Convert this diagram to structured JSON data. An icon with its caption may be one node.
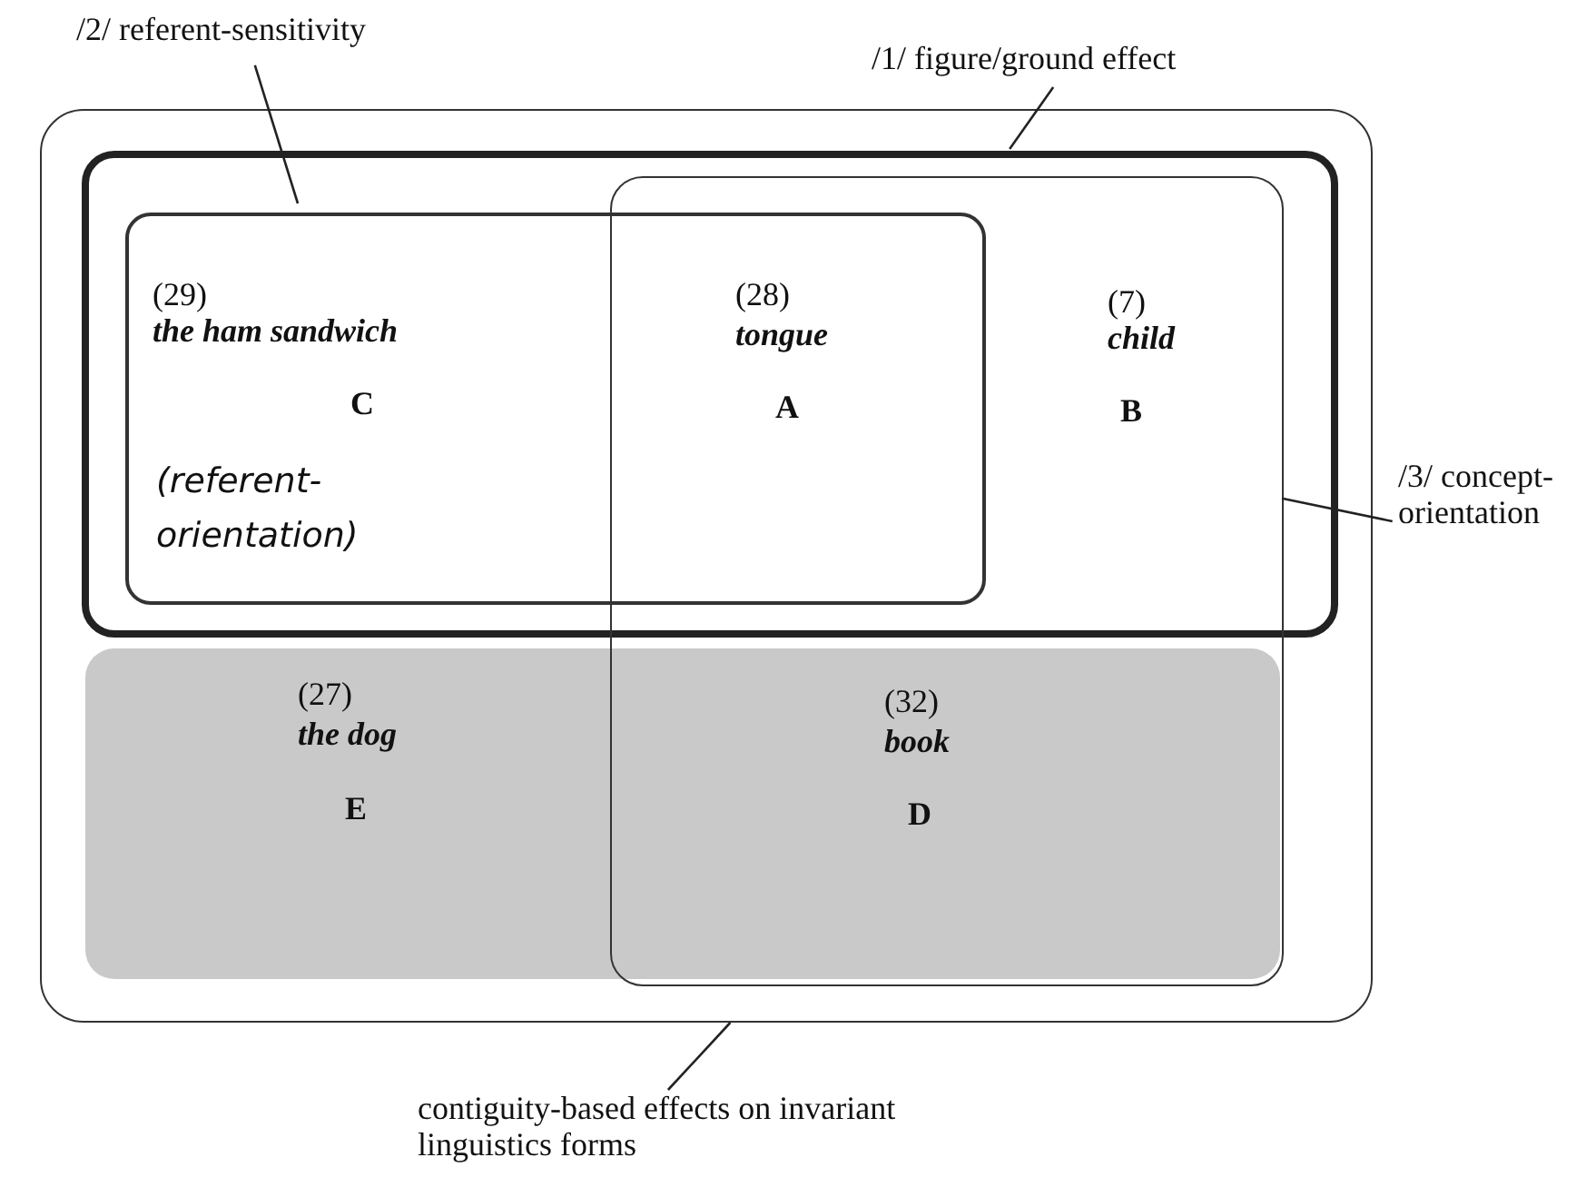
{
  "diagram": {
    "nodes": [
      {
        "text": [
          "/2/ referent-sensitivity"
        ]
      },
      {
        "text": [
          "/1/ figure/ground effect"
        ]
      },
      {
        "text": [],
        "shape": "box"
      },
      {
        "text": [],
        "shape": "box",
        "in": 2
      },
      {
        "text": [],
        "shape": "box",
        "in": 3
      },
      {
        "text": [],
        "shape": "box",
        "in": 2
      },
      {
        "text": [
          "/3/ concept- orientation"
        ]
      },
      {
        "text": [],
        "shape": "box",
        "in": 2
      },
      {
        "text": [
          "contiguity-based effects on invariant linguistics forms"
        ]
      }
    ],
    "edges": [
      {
        "from": 0,
        "to": 4,
        "arrow": "none"
      },
      {
        "from": 1,
        "to": 3,
        "arrow": "none"
      },
      {
        "from": 6,
        "to": 5,
        "arrow": "none"
      },
      {
        "from": 8,
        "to": 2,
        "arrow": "none"
      }
    ],
    "labels": [
      "(29)",
      "the ham sandwich",
      "C",
      "(28)",
      "tongue",
      "A",
      "(7)",
      "child",
      "B",
      "(referent- orientation)",
      "(27)",
      "the dog",
      "E",
      "(32)",
      "book",
      "D"
    ]
  }
}
